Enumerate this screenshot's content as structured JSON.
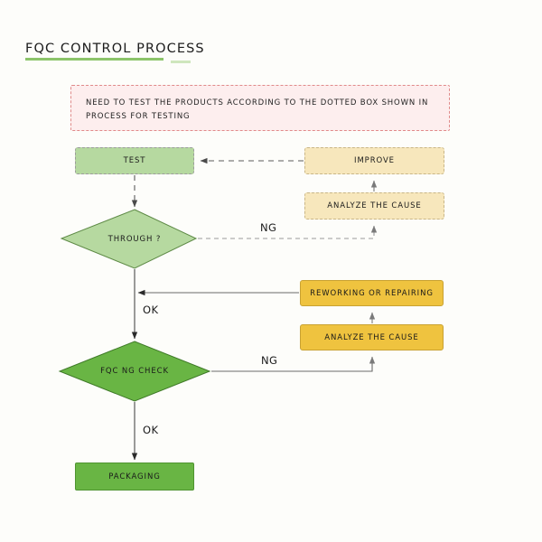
{
  "page": {
    "title": "FQC CONTROL PROCESS",
    "background_color": "#fdfdfa",
    "accent_color": "#8cc46a"
  },
  "note": {
    "text": "NEED TO TEST THE PRODUCTS ACCORDING TO THE DOTTED BOX SHOWN IN PROCESS FOR TESTING",
    "fill_color": "#fdeeee",
    "border_color": "#e08a8a",
    "border_style": "dashed"
  },
  "nodes": {
    "test": {
      "label": "TEST",
      "shape": "rect",
      "fill_color": "#b6d9a0",
      "border_style": "dashed"
    },
    "improve": {
      "label": "IMPROVE",
      "shape": "rect",
      "fill_color": "#f7e7bc",
      "border_style": "dashed"
    },
    "analyze_upper": {
      "label": "ANALYZE THE CAUSE",
      "shape": "rect",
      "fill_color": "#f7e7bc",
      "border_style": "dashed"
    },
    "through": {
      "label": "THROUGH ?",
      "shape": "diamond",
      "fill_color": "#b6d9a0",
      "border_color": "#5e8a46"
    },
    "reworking": {
      "label": "REWORKING OR REPAIRING",
      "shape": "rect",
      "fill_color": "#efc33f",
      "border_style": "solid"
    },
    "analyze_lower": {
      "label": "ANALYZE THE CAUSE",
      "shape": "rect",
      "fill_color": "#efc33f",
      "border_style": "solid"
    },
    "fqc_ng_check": {
      "label": "FQC NG CHECK",
      "shape": "diamond",
      "fill_color": "#69b544",
      "border_color": "#3f7a28"
    },
    "packaging": {
      "label": "PACKAGING",
      "shape": "rect",
      "fill_color": "#69b544",
      "border_style": "solid"
    }
  },
  "edge_labels": {
    "through_ng": "NG",
    "through_ok": "OK",
    "fqc_ng": "NG",
    "fqc_ok": "OK"
  }
}
